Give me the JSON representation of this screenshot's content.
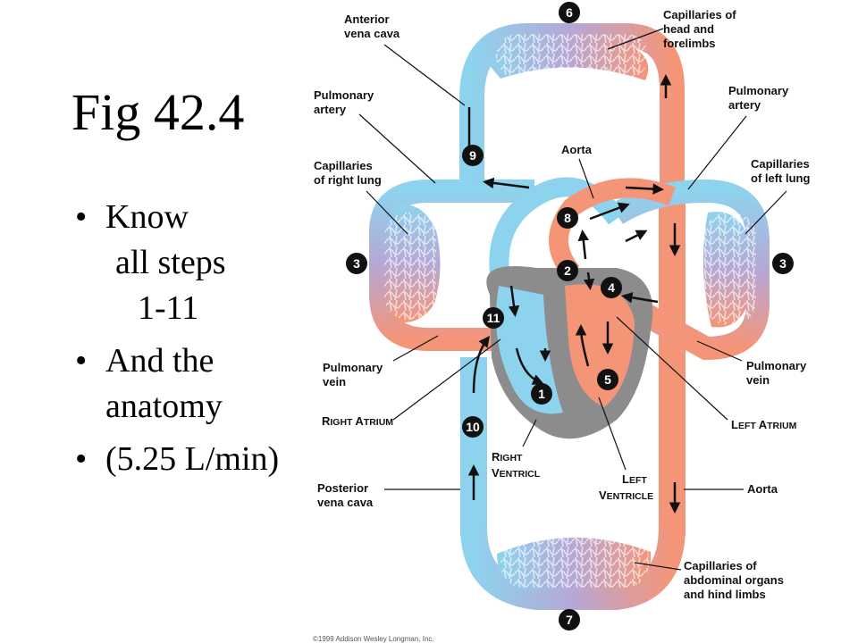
{
  "slide": {
    "title": "Fig 42.4",
    "bullets": [
      {
        "lines": [
          "Know",
          "all steps",
          "1-11"
        ]
      },
      {
        "lines": [
          "And the",
          "anatomy"
        ]
      },
      {
        "lines": [
          "(5.25 L/min)"
        ]
      }
    ]
  },
  "diagram": {
    "labels": {
      "anterior_vena_cava": [
        "Anterior",
        "vena cava"
      ],
      "capillaries_head": [
        "Capillaries of",
        "head and",
        "forelimbs"
      ],
      "pulmonary_artery_left": [
        "Pulmonary",
        "artery"
      ],
      "pulmonary_artery_right": [
        "Pulmonary",
        "artery"
      ],
      "aorta_top": "Aorta",
      "capillaries_right_lung": [
        "Capillaries",
        "of right lung"
      ],
      "capillaries_left_lung": [
        "Capillaries",
        "of left lung"
      ],
      "pulmonary_vein_left": [
        "Pulmonary",
        "vein"
      ],
      "pulmonary_vein_right": [
        "Pulmonary",
        "vein"
      ],
      "right_atrium": {
        "cap1": "R",
        "rest1": "IGHT ",
        "cap2": "A",
        "rest2": "TRIUM"
      },
      "left_atrium": {
        "cap1": "L",
        "rest1": "EFT ",
        "cap2": "A",
        "rest2": "TRIUM"
      },
      "right_ventricle": {
        "cap1": "R",
        "rest1": "IGHT",
        "cap2": "V",
        "rest2": "ENTRICL"
      },
      "left_ventricle": {
        "cap1": "L",
        "rest1": "EFT",
        "cap2": "V",
        "rest2": "ENTRICLE"
      },
      "posterior_vena_cava": [
        "Posterior",
        "vena cava"
      ],
      "aorta_bottom": "Aorta",
      "capillaries_abdominal": [
        "Capillaries of",
        "abdominal organs",
        "and hind limbs"
      ]
    },
    "steps": [
      "1",
      "2",
      "3",
      "3",
      "4",
      "5",
      "6",
      "7",
      "8",
      "9",
      "10",
      "11"
    ],
    "copyright": "©1999 Addison Wesley Longman, Inc.",
    "colors": {
      "deoxygenated": "#8ed3ee",
      "oxygenated": "#f59578",
      "heart": "#8c8c8c",
      "capillary_mix": "#b6a7d6",
      "step_badge": "#111111"
    }
  }
}
